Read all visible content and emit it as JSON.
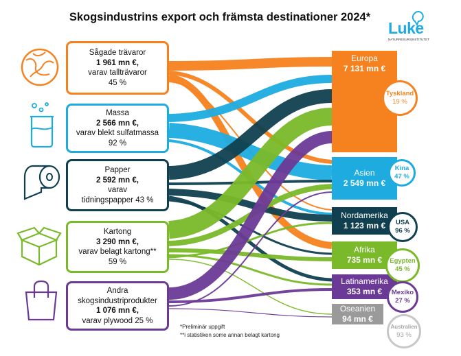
{
  "title": "Skogsindustrins export och främsta destinationer 2024*",
  "logo": {
    "name": "Luke",
    "subtitle": "NATURRESURSINSTITUTET"
  },
  "sources": [
    {
      "line1": "Sågade trävaror",
      "value": "1 961 mn €,",
      "line3": "varav tallträvaror",
      "line4": "45 %",
      "color": "#f5821f"
    },
    {
      "line1": "Massa",
      "value": "2 566 mn €,",
      "line3": "varav blekt sulfatmassa",
      "line4": "92 %",
      "color": "#1eace0"
    },
    {
      "line1": "Papper",
      "value": "2 592 mn €,",
      "line3": "varav",
      "line4": "tidningspapper 43 %",
      "color": "#10404f"
    },
    {
      "line1": "Kartong",
      "value": "3 290 mn €,",
      "line3": "varav belagt kartong**",
      "line4": "59 %",
      "color": "#7ab929"
    },
    {
      "line1": "Andra",
      "value": "skogsindustriprodukter",
      "line3": "1 076 mn €,",
      "line4": "varav plywood 25 %",
      "color": "#6b3a96"
    }
  ],
  "destinations": [
    {
      "name": "Europa",
      "value": "7 131 mn €",
      "color": "#f5821f"
    },
    {
      "name": "Asien",
      "value": "2 549 mn €",
      "color": "#1eace0"
    },
    {
      "name": "Nordamerika",
      "value": "1 123 mn €",
      "color": "#10404f"
    },
    {
      "name": "Afrika",
      "value": "735 mn €",
      "color": "#7ab929"
    },
    {
      "name": "Latinamerika",
      "value": "353 mn €",
      "color": "#6b3a96"
    },
    {
      "name": "Oseanien",
      "value": "94 mn €",
      "color": "#9a9a9a"
    }
  ],
  "countries": [
    {
      "name": "Tyskland",
      "pct": "19 %"
    },
    {
      "name": "Kina",
      "pct": "47 %"
    },
    {
      "name": "USA",
      "pct": "96 %"
    },
    {
      "name": "Egypten",
      "pct": "45 %"
    },
    {
      "name": "Mexiko",
      "pct": "27 %"
    },
    {
      "name": "Australien",
      "pct": "93 %"
    }
  ],
  "footnotes": {
    "f1": "*Preliminär uppgift",
    "f2": "**i statistiken some annan belagt kartong"
  }
}
